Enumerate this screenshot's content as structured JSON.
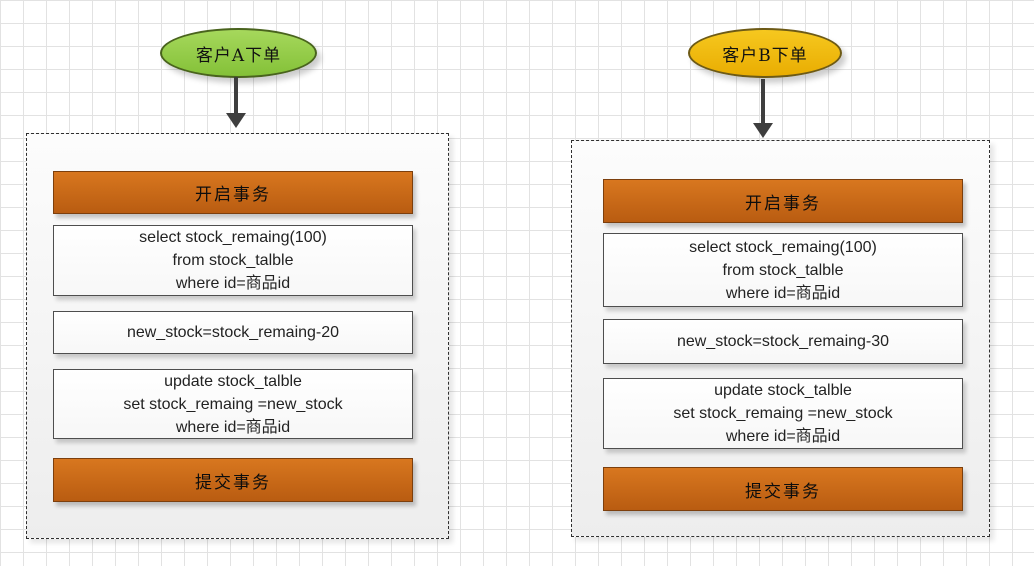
{
  "flow_a": {
    "start": "客户A下单",
    "begin": "开启事务",
    "select_line1": "select stock_remaing(100)",
    "select_line2": "from stock_talble",
    "select_line3": "where id=商品id",
    "compute": "new_stock=stock_remaing-20",
    "update_line1": "update stock_talble",
    "update_line2": "set stock_remaing =new_stock",
    "update_line3": "where id=商品id",
    "commit": "提交事务"
  },
  "flow_b": {
    "start": "客户B下单",
    "begin": "开启事务",
    "select_line1": "select stock_remaing(100)",
    "select_line2": "from stock_talble",
    "select_line3": "where id=商品id",
    "compute": "new_stock=stock_remaing-30",
    "update_line1": "update stock_talble",
    "update_line2": "set stock_remaing =new_stock",
    "update_line3": "where id=商品id",
    "commit": "提交事务"
  },
  "colors": {
    "start_a_fill": "#8dc63f",
    "start_b_fill": "#f0b90b",
    "transaction_fill": "#c4641a",
    "transaction_border": "#7c3f0d",
    "step_fill": "#ffffff",
    "step_border": "#4e4e4e",
    "arrow": "#3e3e3e",
    "grid_line": "#e2e2e2",
    "container_fill": "#f3f3f3"
  }
}
